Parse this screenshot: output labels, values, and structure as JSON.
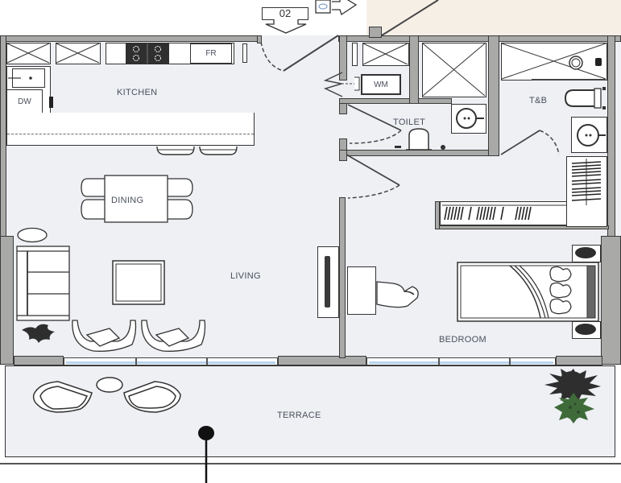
{
  "plan": {
    "unit_marker": "02",
    "colors": {
      "floor": "#eef0f4",
      "wall": "#a9aaa8",
      "outline": "#333333",
      "exterior_corridor": "#f6efe6",
      "window_glass": "#b8d4ee",
      "plant_dark": "#2e2e2e",
      "plant_green": "#3f6b3a"
    }
  },
  "rooms": {
    "kitchen": "KITCHEN",
    "dining": "DINING",
    "living": "LIVING",
    "toilet": "TOILET",
    "tb": "T&B",
    "bedroom": "BEDROOM",
    "terrace": "TERRACE"
  },
  "fixtures": {
    "fridge": "FR",
    "dishwasher": "DW",
    "washing_machine": "WM"
  }
}
